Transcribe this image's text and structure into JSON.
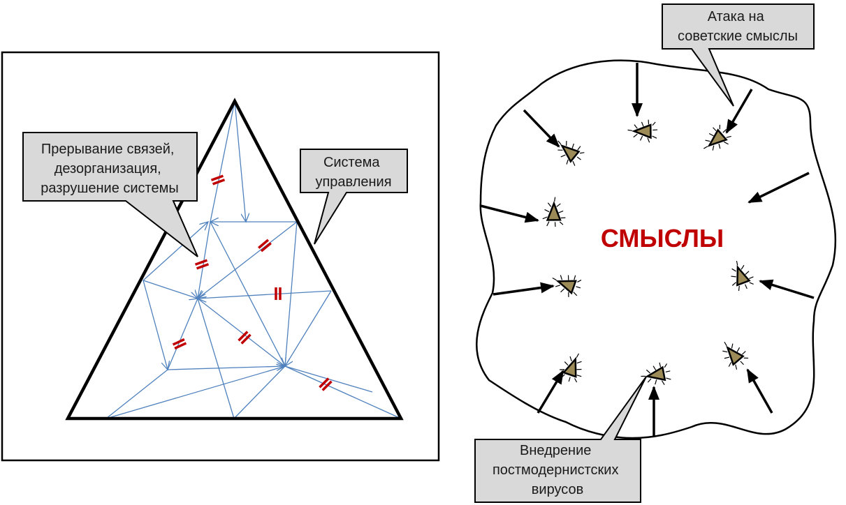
{
  "left_panel": {
    "callout_break": {
      "lines": [
        "Прерывание связей,",
        "дезорганизация,",
        "разрушение системы"
      ]
    },
    "callout_system": {
      "lines": [
        "Система",
        "управления"
      ]
    }
  },
  "right_panel": {
    "center_label": "СМЫСЛЫ",
    "callout_attack": {
      "lines": [
        "Атака на",
        "советские смыслы"
      ]
    },
    "callout_viruses": {
      "lines": [
        "Внедрение",
        "постмодернистских",
        "вирусов"
      ]
    }
  },
  "colors": {
    "network": "#4f81bd",
    "break_mark": "#c00000",
    "center_label": "#c00000",
    "callout_fill": "#d9d9d9",
    "virus_fill": "#9c8b57"
  }
}
